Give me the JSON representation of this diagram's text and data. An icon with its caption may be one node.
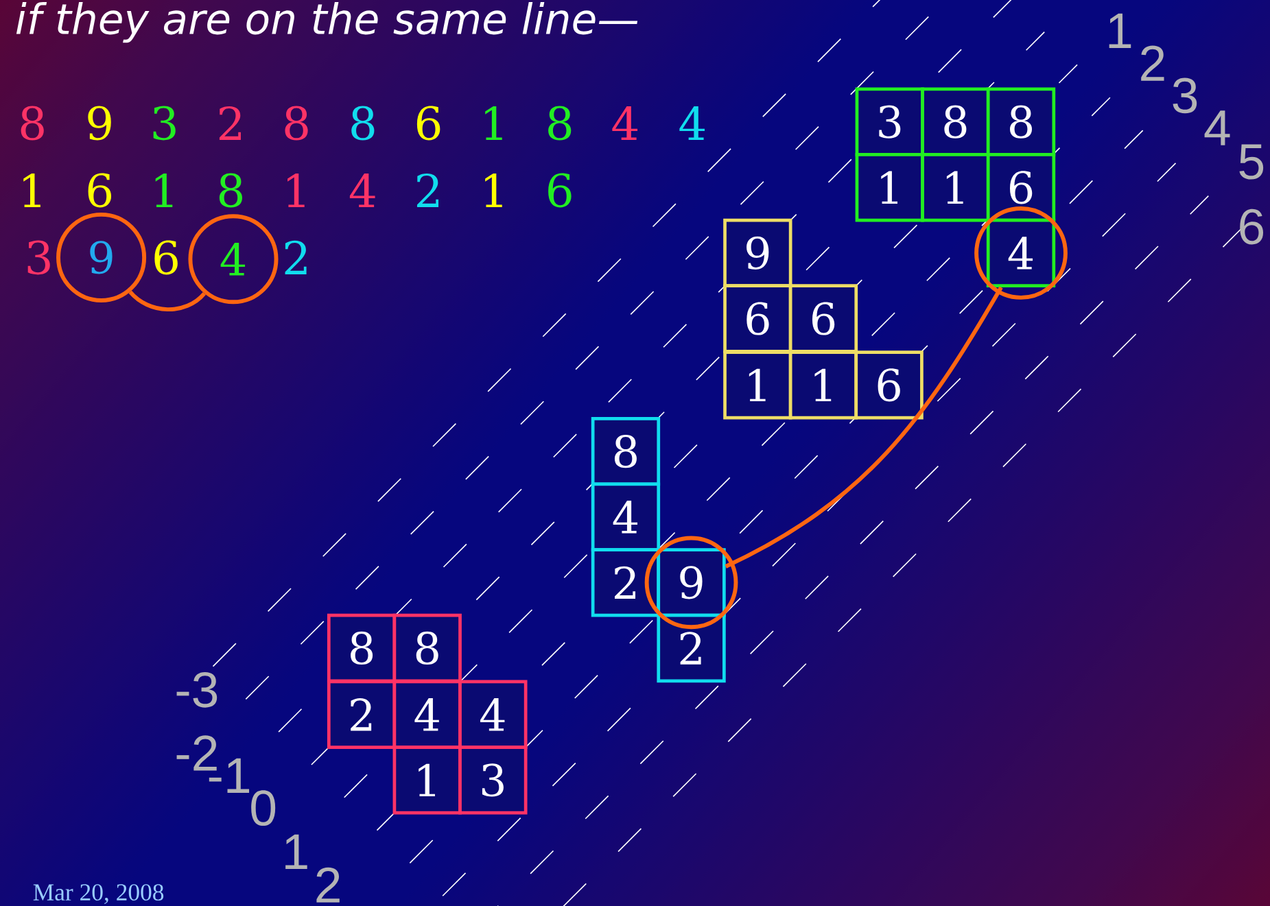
{
  "diagram": {
    "title": "if they are on the same line—",
    "nodes": [
      {
        "text": [
          "9"
        ]
      },
      {
        "text": [
          "4"
        ]
      },
      {
        "text": [
          "3"
        ]
      },
      {
        "text": [
          "8"
        ]
      },
      {
        "text": [
          "8"
        ]
      },
      {
        "text": [
          "1"
        ]
      },
      {
        "text": [
          "1"
        ]
      },
      {
        "text": [
          "6"
        ]
      },
      {
        "text": [
          "4"
        ]
      },
      {
        "text": [
          "9"
        ]
      },
      {
        "text": [
          "6"
        ]
      },
      {
        "text": [
          "6"
        ]
      },
      {
        "text": [
          "1"
        ]
      },
      {
        "text": [
          "1"
        ]
      },
      {
        "text": [
          "6"
        ]
      },
      {
        "text": [
          "8"
        ]
      },
      {
        "text": [
          "4"
        ]
      },
      {
        "text": [
          "2"
        ]
      },
      {
        "text": [
          "9"
        ]
      },
      {
        "text": [
          "2"
        ]
      },
      {
        "text": [
          "8"
        ]
      },
      {
        "text": [
          "8"
        ]
      },
      {
        "text": [
          "2"
        ]
      },
      {
        "text": [
          "4"
        ]
      },
      {
        "text": [
          "4"
        ]
      },
      {
        "text": [
          "1"
        ]
      },
      {
        "text": [
          "3"
        ]
      }
    ],
    "edges": [
      {
        "from": 0,
        "to": 1,
        "arrow": "none"
      },
      {
        "from": 8,
        "to": 18,
        "arrow": "none"
      }
    ],
    "labels": [
      "8",
      "9",
      "3",
      "2",
      "8",
      "8",
      "6",
      "1",
      "8",
      "4",
      "4",
      "1",
      "6",
      "1",
      "8",
      "1",
      "4",
      "2",
      "1",
      "6",
      "3",
      "6",
      "2",
      "1",
      "2",
      "3",
      "4",
      "5",
      "6",
      "-3",
      "-2",
      "-1",
      "0",
      "1",
      "2",
      "Mar 20, 2008"
    ]
  }
}
